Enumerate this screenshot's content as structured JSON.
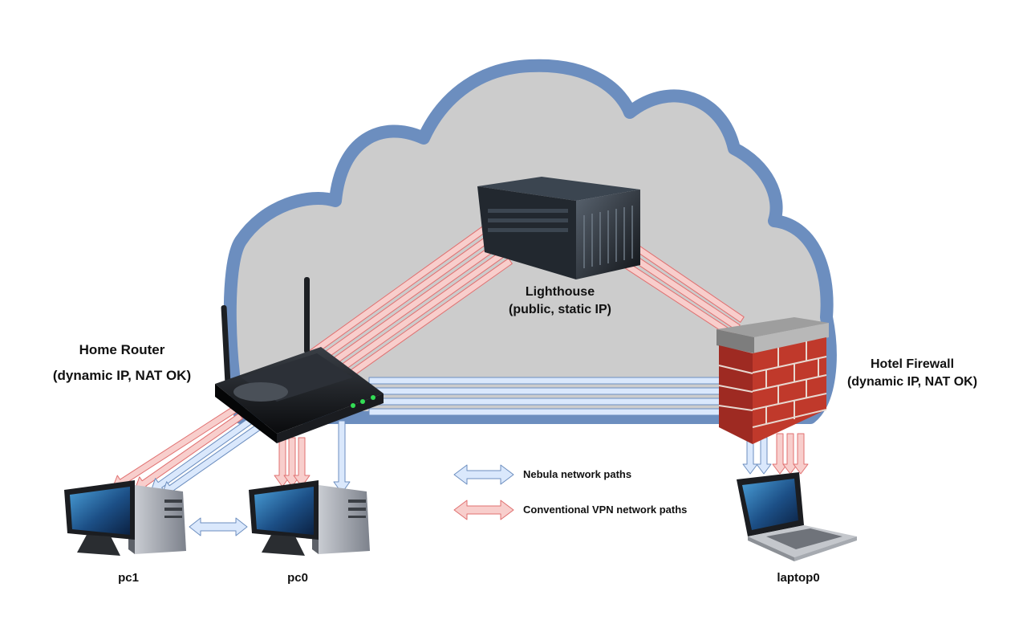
{
  "labels": {
    "lighthouse_line1": "Lighthouse",
    "lighthouse_line2": "(public, static IP)",
    "home_router_line1": "Home Router",
    "home_router_line2": "(dynamic IP, NAT OK)",
    "hotel_firewall_line1": "Hotel Firewall",
    "hotel_firewall_line2": "(dynamic IP, NAT OK)",
    "pc1": "pc1",
    "pc0": "pc0",
    "laptop0": "laptop0"
  },
  "legend": {
    "nebula": "Nebula network paths",
    "conventional": "Conventional VPN network paths"
  },
  "colors": {
    "cloud_fill": "#cccccc",
    "cloud_stroke": "#6c8ebf",
    "nebula_fill": "#dae8fc",
    "nebula_stroke": "#6c8ebf",
    "vpn_fill": "#f8cecc",
    "vpn_stroke": "#e07070",
    "brick": "#c0392b"
  }
}
